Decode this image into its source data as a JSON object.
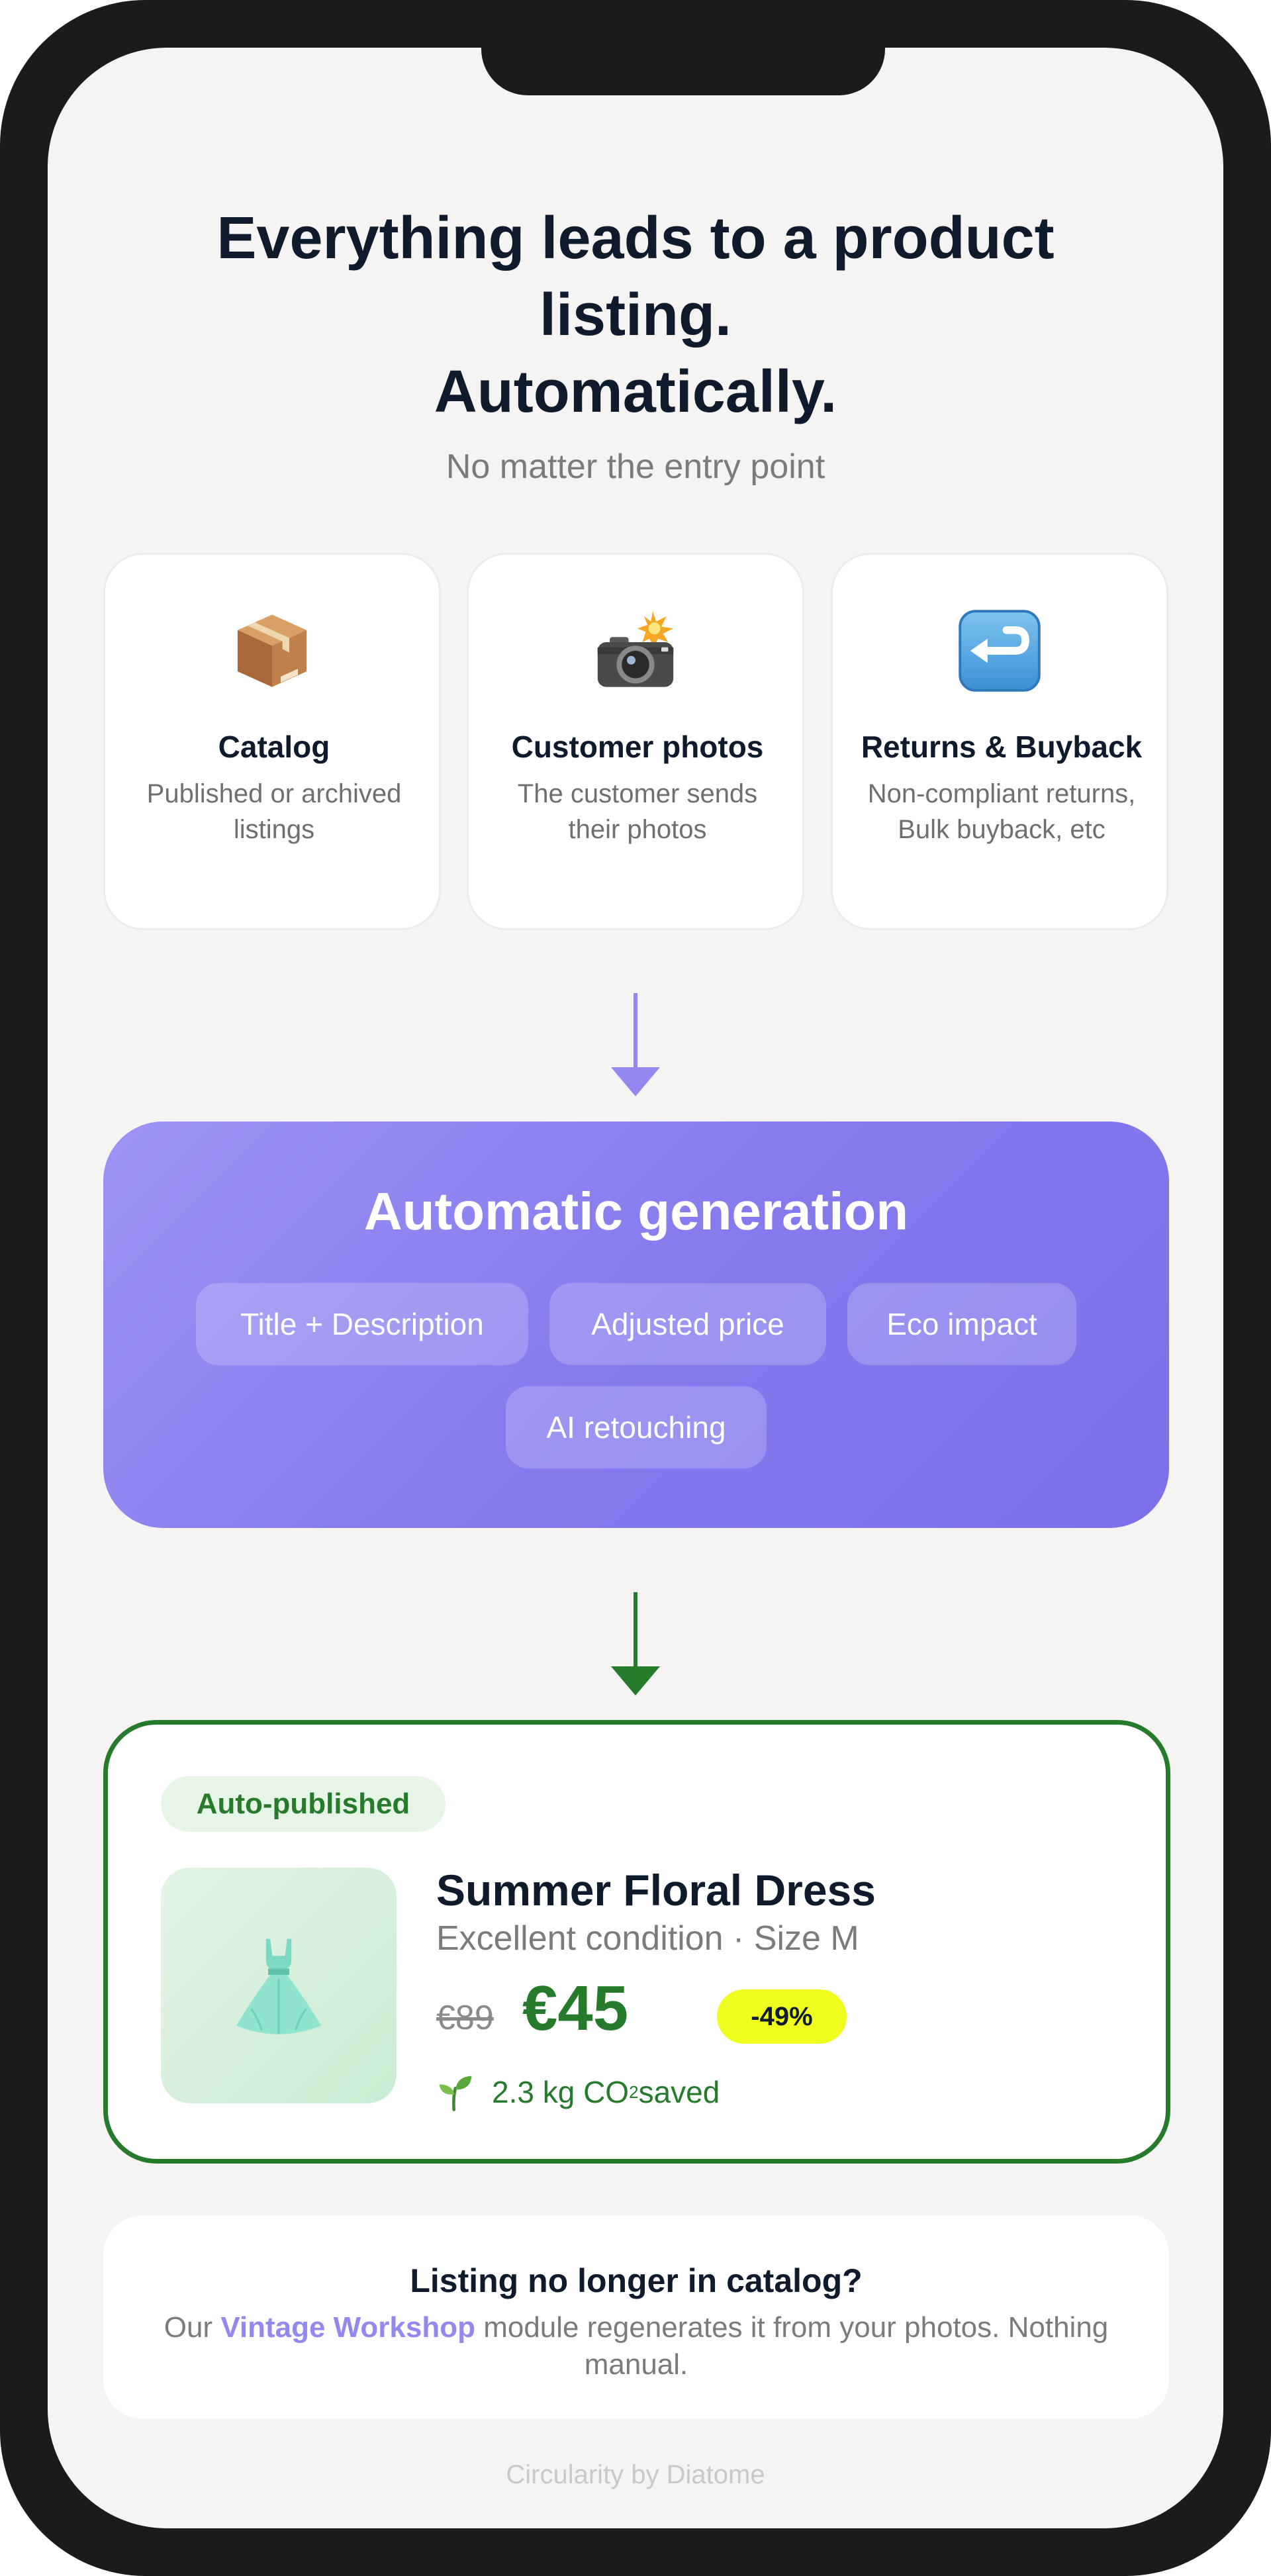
{
  "headline": {
    "line1": "Everything leads to a product",
    "line2": "listing.",
    "line3": "Automatically."
  },
  "subtitle": "No matter the entry point",
  "sources": [
    {
      "icon": "package-icon",
      "title": "Catalog",
      "description": "Published or archived listings"
    },
    {
      "icon": "camera-flash-icon",
      "title": "Customer photos",
      "description": "The customer sends their photos"
    },
    {
      "icon": "return-arrow-icon",
      "title": "Returns & Buyback",
      "description": "Non-compliant returns, Bulk buyback, etc"
    }
  ],
  "generation": {
    "title": "Automatic generation",
    "features": [
      "Title + Description",
      "Adjusted price",
      "Eco impact",
      "AI retouching"
    ]
  },
  "listing": {
    "status": "Auto-published",
    "image_icon": "dress-icon",
    "title": "Summer Floral Dress",
    "meta": "Excellent condition · Size M",
    "old_price": "€89",
    "new_price": "€45",
    "discount": "-49%",
    "eco_icon": "sprout-icon",
    "eco_prefix": "2.3 kg CO",
    "eco_subscript": "2",
    "eco_suffix": " saved"
  },
  "info": {
    "title": "Listing no longer in catalog?",
    "text_before": "Our ",
    "text_highlight": "Vintage Workshop",
    "text_after": " module regenerates it from your photos. Nothing manual."
  },
  "footer": "Circularity by Diatome",
  "colors": {
    "frame": "#1b1b1b",
    "screen_bg": "#f5f4f2",
    "heading": "#0f1b2d",
    "muted": "#7b7b7b",
    "accent_purple": "#857bee",
    "accent_green": "#267a2c",
    "discount_yellow": "#eefc1e"
  }
}
